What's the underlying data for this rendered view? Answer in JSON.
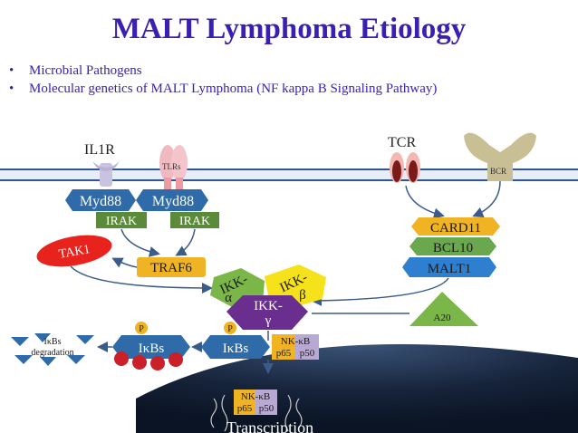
{
  "title": "MALT Lymphoma Etiology",
  "bullets": [
    "Microbial Pathogens",
    "Molecular genetics of MALT Lymphoma (NF kappa B Signaling Pathway)"
  ],
  "bullet_glyph": "•",
  "receptors": {
    "il1r": "IL1R",
    "tlrs": "TLRs",
    "tcr": "TCR",
    "bcr": "BCR"
  },
  "nodes": {
    "myd88_left": "Myd88",
    "myd88_right": "Myd88",
    "irak_left": "IRAK",
    "irak_right": "IRAK",
    "tak1": "TAK1",
    "traf6": "TRAF6",
    "card11": "CARD11",
    "bcl10": "BCL10",
    "malt1": "MALT1",
    "ikk_alpha_line1": "IKK-",
    "ikk_alpha_line2": "α",
    "ikk_beta_line1": "IKK-",
    "ikk_beta_line2": "β",
    "ikk_gamma_line1": "IKK-",
    "ikk_gamma_line2": "γ",
    "a20": "A20",
    "ikbs_left": "IκBs",
    "ikbs_right": "IκBs",
    "phos_left": "P",
    "phos_right": "P",
    "nfkb_top": "NK-κB",
    "nfkb_p65": "p65",
    "nfkb_p50": "p50",
    "nuc_nfkb_top": "NK-κB",
    "nuc_p65": "p65",
    "nuc_p50": "p50",
    "ikbs_degradation_line1": "IκBs",
    "ikbs_degradation_line2": "degradation",
    "transcription": "Transcription"
  },
  "colors": {
    "title": "#3a1fb2",
    "membrane": "#2f5597",
    "myd88": "#2e6ba8",
    "irak": "#5b8a3a",
    "tak1": "#e8231e",
    "orange_box": "#f0b323",
    "malt1": "#2f7fd1",
    "bcl10": "#6aa84f",
    "ikk_alpha": "#7ab648",
    "ikk_beta": "#f6e21a",
    "ikk_gamma": "#6a2e8e",
    "a20": "#7ab648",
    "nucleus": "#1b2e4a"
  }
}
